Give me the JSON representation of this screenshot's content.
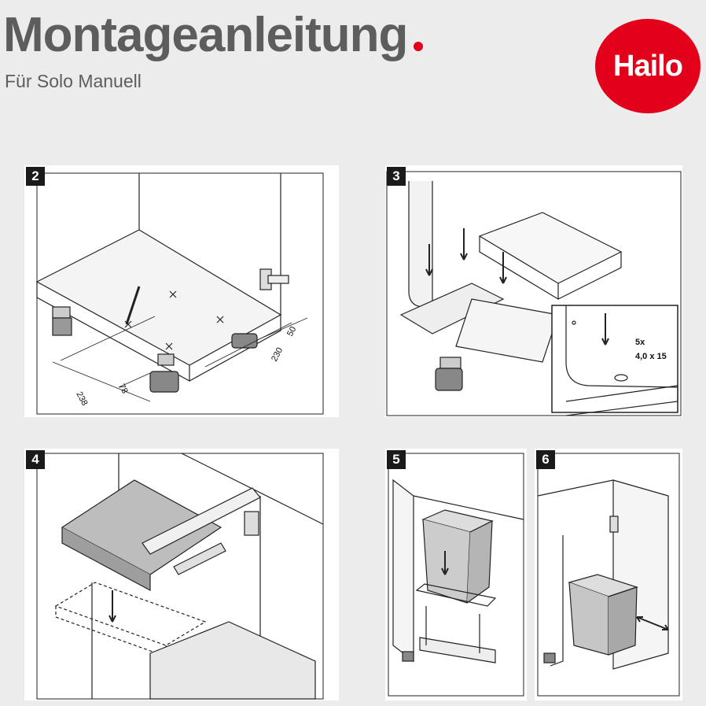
{
  "header": {
    "title": "Montageanleitung",
    "subtitle": "Für Solo Manuell",
    "accent_color": "#e3001b"
  },
  "logo": {
    "text": "Hailo",
    "color": "#e3001b"
  },
  "steps": [
    {
      "number": "2",
      "dimensions": [
        "50",
        "230",
        "238",
        "78"
      ]
    },
    {
      "number": "3",
      "screw_count": "5x",
      "screw_size": "4,0 x 15"
    },
    {
      "number": "4"
    },
    {
      "number": "5"
    },
    {
      "number": "6"
    }
  ]
}
